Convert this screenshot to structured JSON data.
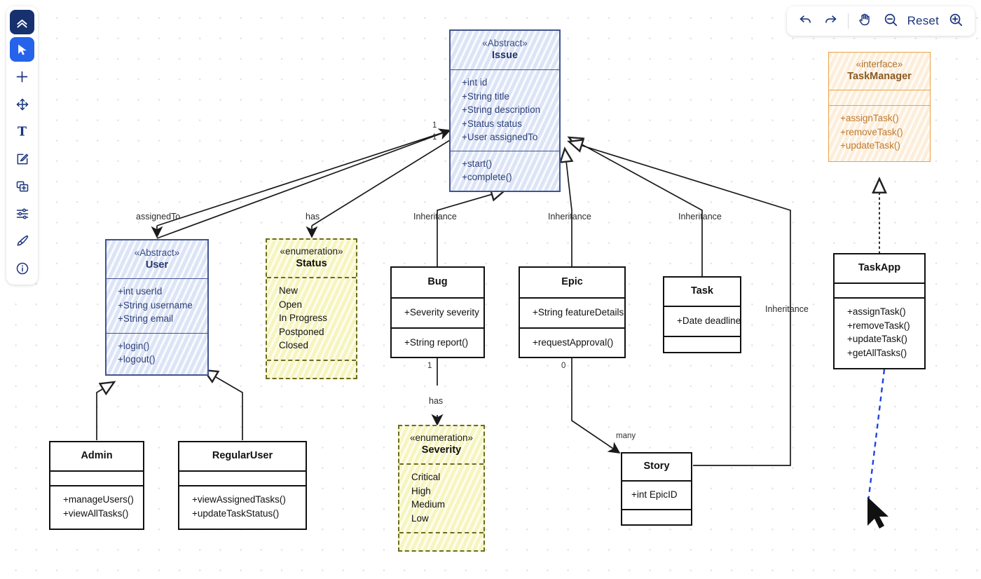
{
  "app": {
    "title": "UML Class Diagram Editor"
  },
  "toolbar": {
    "items": [
      {
        "name": "collapse-toolbar",
        "icon": "chevrons-up-icon",
        "state": "dark"
      },
      {
        "name": "select-tool",
        "icon": "cursor-arrow-icon",
        "state": "active"
      },
      {
        "name": "add-tool",
        "icon": "plus-icon",
        "state": "normal"
      },
      {
        "name": "move-tool",
        "icon": "move-arrows-icon",
        "state": "normal"
      },
      {
        "name": "text-tool",
        "icon": "text-t-icon",
        "state": "normal"
      },
      {
        "name": "edit-tool",
        "icon": "pencil-square-icon",
        "state": "normal"
      },
      {
        "name": "duplicate-tool",
        "icon": "copy-plus-icon",
        "state": "normal"
      },
      {
        "name": "settings-tool",
        "icon": "sliders-icon",
        "state": "normal"
      },
      {
        "name": "style-tool",
        "icon": "paintbrush-icon",
        "state": "normal"
      },
      {
        "name": "info-tool",
        "icon": "info-circle-icon",
        "state": "normal"
      }
    ]
  },
  "zoombar": {
    "undo_icon": "undo-arrow-icon",
    "redo_icon": "redo-arrow-icon",
    "pan_icon": "hand-pan-icon",
    "zoom_out_icon": "zoom-out-icon",
    "reset_label": "Reset",
    "zoom_in_icon": "zoom-in-icon"
  },
  "diagram": {
    "nodes": {
      "issue": {
        "stereotype": "«Abstract»",
        "name": "Issue",
        "attributes": [
          "+int id",
          "+String title",
          "+String description",
          "+Status status",
          "+User assignedTo"
        ],
        "methods": [
          "+start()",
          "+complete()"
        ]
      },
      "user": {
        "stereotype": "«Abstract»",
        "name": "User",
        "attributes": [
          "+int userId",
          "+String username",
          "+String email"
        ],
        "methods": [
          "+login()",
          "+logout()"
        ]
      },
      "status": {
        "stereotype": "«enumeration»",
        "name": "Status",
        "attributes": [
          "New",
          "Open",
          "In Progress",
          "Postponed",
          "Closed"
        ],
        "methods": []
      },
      "severity": {
        "stereotype": "«enumeration»",
        "name": "Severity",
        "attributes": [
          "Critical",
          "High",
          "Medium",
          "Low"
        ],
        "methods": []
      },
      "taskmanager": {
        "stereotype": "«interface»",
        "name": "TaskManager",
        "attributes": [],
        "methods": [
          "+assignTask()",
          "+removeTask()",
          "+updateTask()"
        ]
      },
      "taskapp": {
        "stereotype": "",
        "name": "TaskApp",
        "attributes": [],
        "methods": [
          "+assignTask()",
          "+removeTask()",
          "+updateTask()",
          "+getAllTasks()"
        ]
      },
      "bug": {
        "stereotype": "",
        "name": "Bug",
        "attributes": [
          "+Severity severity"
        ],
        "methods": [
          "+String report()"
        ]
      },
      "epic": {
        "stereotype": "",
        "name": "Epic",
        "attributes": [
          "+String featureDetails"
        ],
        "methods": [
          "+requestApproval()"
        ]
      },
      "task": {
        "stereotype": "",
        "name": "Task",
        "attributes": [
          "+Date deadline"
        ],
        "methods": []
      },
      "admin": {
        "stereotype": "",
        "name": "Admin",
        "attributes": [],
        "methods": [
          "+manageUsers()",
          "+viewAllTasks()"
        ]
      },
      "regularuser": {
        "stereotype": "",
        "name": "RegularUser",
        "attributes": [],
        "methods": [
          "+viewAssignedTasks()",
          "+updateTaskStatus()"
        ]
      },
      "story": {
        "stereotype": "",
        "name": "Story",
        "attributes": [
          "+int EpicID"
        ],
        "methods": []
      }
    },
    "edges": [
      {
        "id": "issue-user",
        "label": "assignedTo",
        "source_mult": "1",
        "target_mult": "",
        "kind": "association"
      },
      {
        "id": "issue-status",
        "label": "has",
        "source_mult": "1",
        "target_mult": "",
        "kind": "association"
      },
      {
        "id": "bug-issue",
        "label": "Inheritance",
        "source_mult": "",
        "target_mult": "",
        "kind": "inheritance"
      },
      {
        "id": "epic-issue",
        "label": "Inheritance",
        "source_mult": "",
        "target_mult": "",
        "kind": "inheritance"
      },
      {
        "id": "task-issue",
        "label": "Inheritance",
        "source_mult": "",
        "target_mult": "",
        "kind": "inheritance"
      },
      {
        "id": "story-issue",
        "label": "Inheritance",
        "source_mult": "",
        "target_mult": "",
        "kind": "inheritance"
      },
      {
        "id": "bug-severity",
        "label": "has",
        "source_mult": "1",
        "target_mult": "",
        "kind": "association"
      },
      {
        "id": "epic-story",
        "label": "",
        "source_mult": "0",
        "target_mult": "many",
        "kind": "association"
      },
      {
        "id": "admin-user",
        "label": "",
        "source_mult": "",
        "target_mult": "",
        "kind": "inheritance"
      },
      {
        "id": "regularuser-user",
        "label": "",
        "source_mult": "",
        "target_mult": "",
        "kind": "inheritance"
      },
      {
        "id": "taskapp-taskmanager",
        "label": "",
        "source_mult": "",
        "target_mult": "",
        "kind": "realization"
      }
    ],
    "multiplicity_labels": {
      "one_a": "1",
      "one_b": "1",
      "bug_one": "1",
      "epic_zero": "0",
      "story_many": "many"
    }
  },
  "colors": {
    "accent": "#2563eb",
    "toolbar_dark": "#17306e",
    "blue_fill": "#dce4f6",
    "blue_stroke": "#41548f",
    "enum_fill": "#f7f5bf",
    "enum_stroke": "#6b6b22",
    "iface_fill": "#fdeedb",
    "iface_stroke": "#e8a24a",
    "link_preview": "#2244dd"
  }
}
